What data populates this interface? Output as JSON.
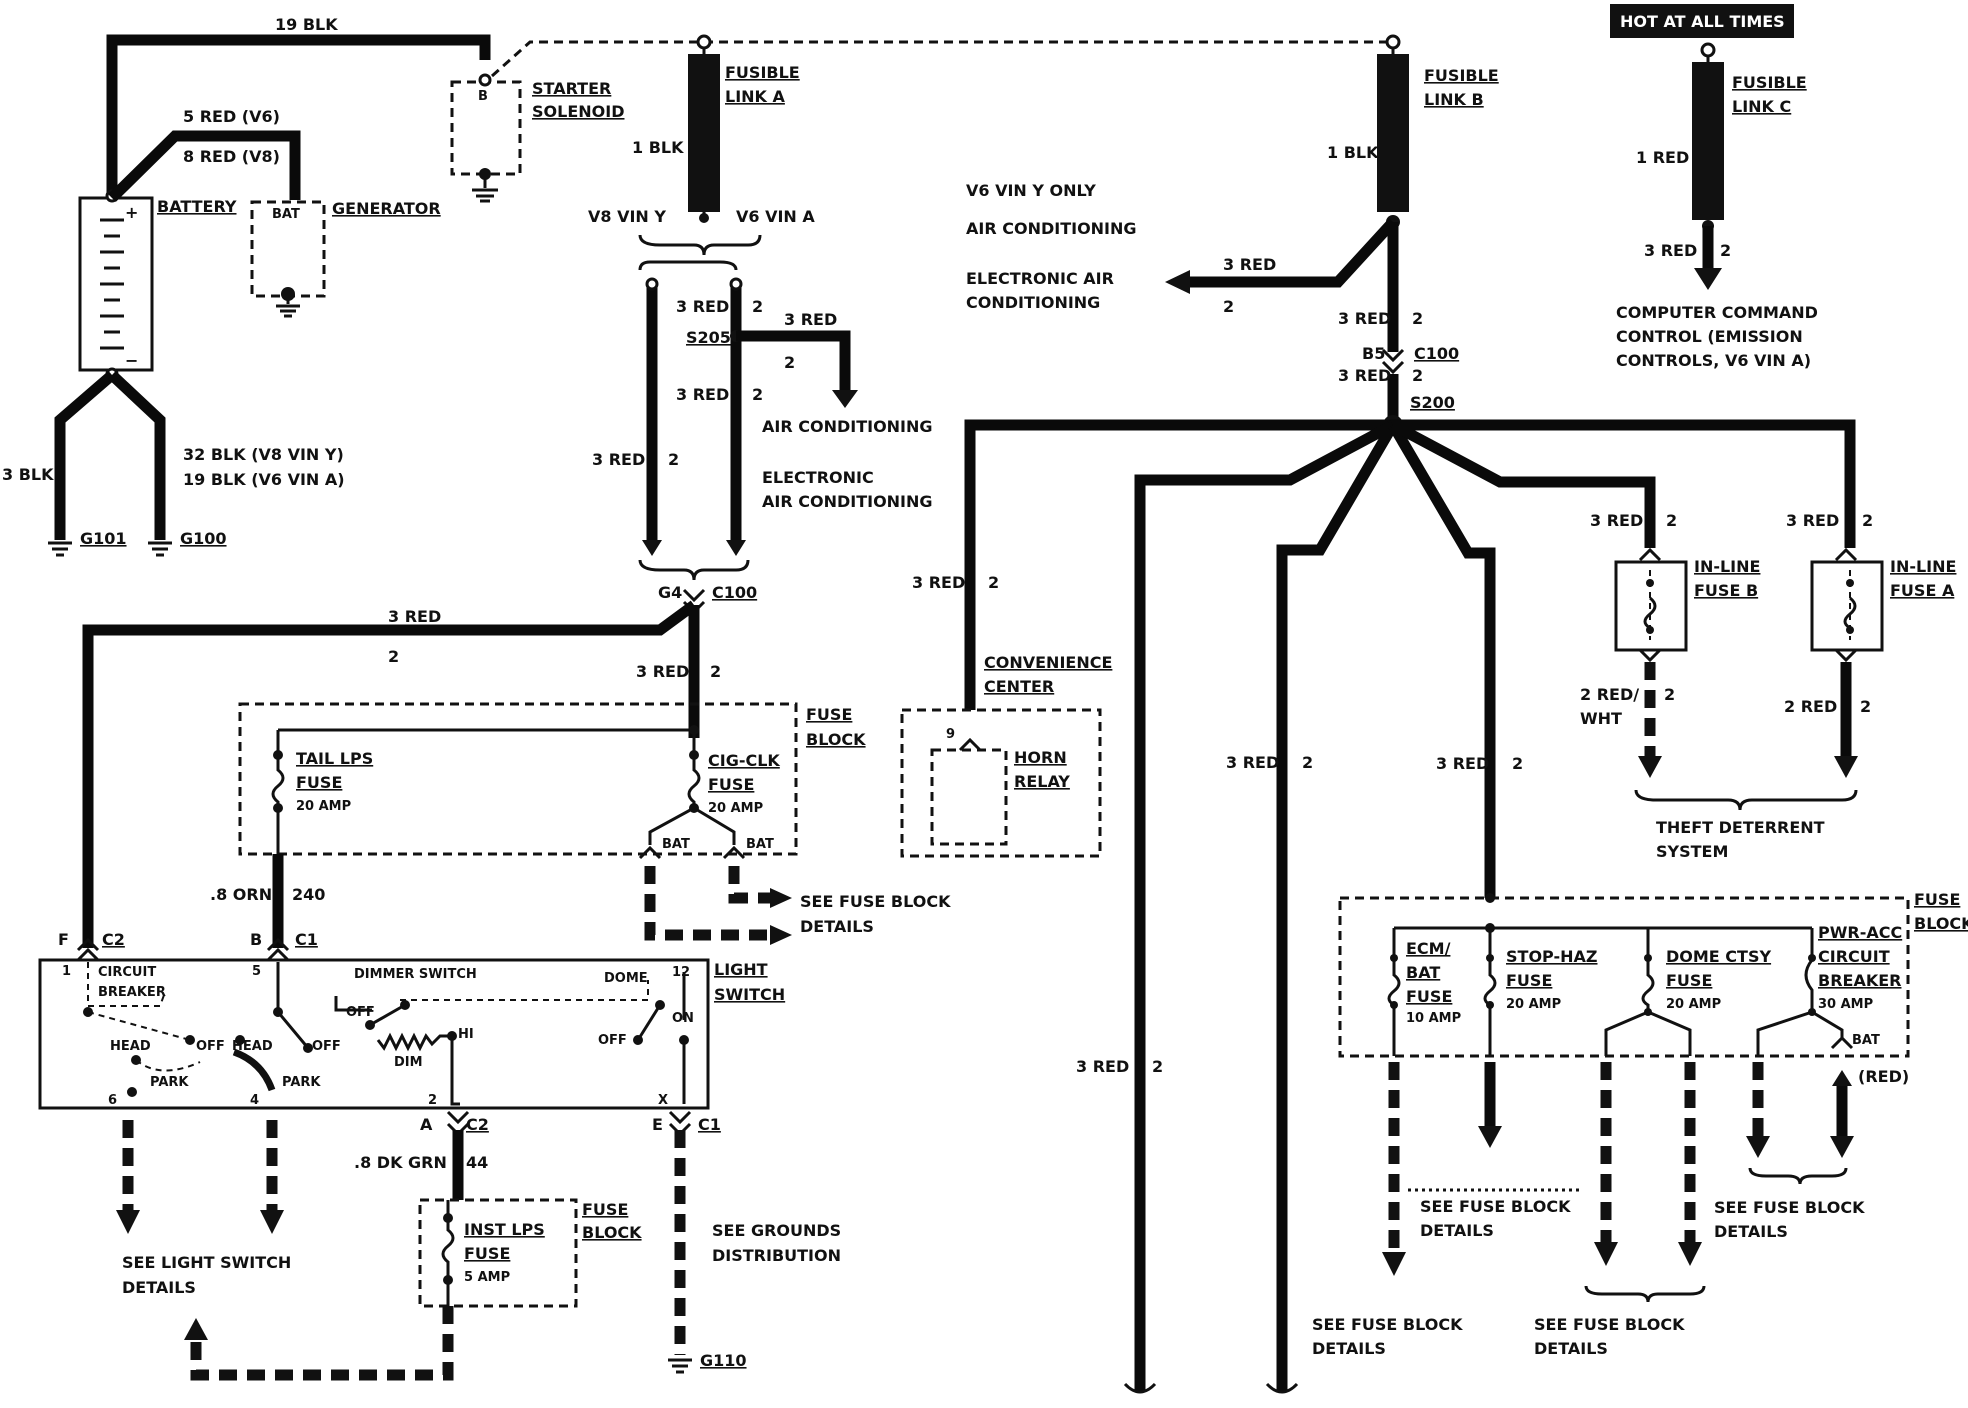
{
  "labels": {
    "wire_19blk_top": "19 BLK",
    "starter_solenoid_1": "STARTER",
    "starter_solenoid_2": "SOLENOID",
    "starter_b": "B",
    "battery": "BATTERY",
    "generator": "GENERATOR",
    "gen_bat": "BAT",
    "wire_5red": "5 RED (V6)",
    "wire_8red": "8 RED (V8)",
    "wire_3blk": "3 BLK",
    "wire_32blk": "32 BLK (V8 VIN Y)",
    "wire_19blk_a": "19 BLK (V6 VIN A)",
    "g101": "G101",
    "g100": "G100",
    "fusible_a_1": "FUSIBLE",
    "fusible_a_2": "LINK A",
    "fla_1blk": "1 BLK",
    "v8viny": "V8 VIN Y",
    "v6vina": "V6 VIN A",
    "s205_3red_a": "3 RED",
    "s205_2_a": "2",
    "s205": "S205",
    "s205_3red_out": "3 RED",
    "s205_2_out": "2",
    "s205_3red_b": "3 RED",
    "s205_2_b": "2",
    "left_3red": "3 RED",
    "left_2": "2",
    "ac": "AIR CONDITIONING",
    "eac_1": "ELECTRONIC",
    "eac_2": "AIR CONDITIONING",
    "g4": "G4",
    "c100_left": "C100",
    "long_3red": "3 RED",
    "long_2": "2",
    "fb_3red": "3 RED",
    "fb_2": "2",
    "fuse_block": "FUSE",
    "fuse_block_2": "BLOCK",
    "tail_1": "TAIL LPS",
    "tail_2": "FUSE",
    "tail_3": "20 AMP",
    "cig_1": "CIG-CLK",
    "cig_2": "FUSE",
    "cig_3": "20 AMP",
    "bat1": "BAT",
    "bat2": "BAT",
    "see_fuse_1": "SEE FUSE BLOCK",
    "see_fuse_2": "DETAILS",
    "orn": ".8 ORN",
    "orn_240": "240",
    "c2_f": "F",
    "c2": "C2",
    "c1_b": "B",
    "c1": "C1",
    "ls_1": "LIGHT",
    "ls_2": "SWITCH",
    "cb_1": "CIRCUIT",
    "cb_2": "BREAKER",
    "dimmer": "DIMMER SWITCH",
    "dome": "DOME",
    "pin1": "1",
    "pin5": "5",
    "pin12": "12",
    "head1": "HEAD",
    "off1": "OFF",
    "head2": "HEAD",
    "off2": "OFF",
    "park1": "PARK",
    "park2": "PARK",
    "off3": "OFF",
    "hi": "HI",
    "dim": "DIM",
    "off4": "OFF",
    "on": "ON",
    "pin6": "6",
    "pin4": "4",
    "pin2": "2",
    "pinx": "X",
    "c2a": "A",
    "c2b": "C2",
    "c1e": "E",
    "c1b": "C1",
    "dkgrn": ".8 DK GRN",
    "dkgrn_44": "44",
    "inst_1": "INST LPS",
    "inst_2": "FUSE",
    "inst_3": "5 AMP",
    "fb2_1": "FUSE",
    "fb2_2": "BLOCK",
    "see_ls_1": "SEE LIGHT SWITCH",
    "see_ls_2": "DETAILS",
    "gnd_1": "SEE GROUNDS",
    "gnd_2": "DISTRIBUTION",
    "g110": "G110",
    "v6_only": "V6 VIN Y ONLY",
    "ac2": "AIR CONDITIONING",
    "eac2_1": "ELECTRONIC AIR",
    "eac2_2": "CONDITIONING",
    "b_3red": "3 RED",
    "b_2": "2",
    "fusible_b_1": "FUSIBLE",
    "fusible_b_2": "LINK B",
    "flb_1blk": "1 BLK",
    "flb_3red": "3 RED",
    "flb_2": "2",
    "b5": "B5",
    "c100_right": "C100",
    "flb_3red_b": "3 RED",
    "flb_2_b": "2",
    "s200": "S200",
    "hot": "HOT AT ALL TIMES",
    "fusible_c_1": "FUSIBLE",
    "fusible_c_2": "LINK C",
    "flc_1red": "1 RED",
    "flc_3red": "3 RED",
    "flc_2": "2",
    "ccc_1": "COMPUTER COMMAND",
    "ccc_2": "CONTROL (EMISSION",
    "ccc_3": "CONTROLS, V6 VIN A)",
    "horn_3red": "3 RED",
    "horn_2": "2",
    "conv_1": "CONVENIENCE",
    "conv_2": "CENTER",
    "horn_9": "9",
    "horn_1": "HORN",
    "horn_2l": "RELAY",
    "ilb_3red": "3 RED",
    "ilb_2": "2",
    "ilb_1": "IN-LINE",
    "ilb_2l": "FUSE B",
    "ila_3red": "3 RED",
    "ila_2": "2",
    "ila_1": "IN-LINE",
    "ila_2l": "FUSE A",
    "ilb_out_1": "2 RED/",
    "ilb_out_2": "WHT",
    "ilb_out_n": "2",
    "ila_out": "2 RED",
    "ila_out_n": "2",
    "theft_1": "THEFT DETERRENT",
    "theft_2": "SYSTEM",
    "m1_3red": "3 RED",
    "m1_2": "2",
    "m2_3red": "3 RED",
    "m2_2": "2",
    "m3_3red": "3 RED",
    "m3_2": "2",
    "rfb_1": "FUSE",
    "rfb_2": "BLOCK",
    "ecm_1": "ECM/",
    "ecm_2": "BAT",
    "ecm_3": "FUSE",
    "ecm_4": "10 AMP",
    "stop_1": "STOP-HAZ",
    "stop_2": "FUSE",
    "stop_3": "20 AMP",
    "domef_1": "DOME CTSY",
    "domef_2": "FUSE",
    "domef_3": "20 AMP",
    "pwr_1": "PWR-ACC",
    "pwr_2": "CIRCUIT",
    "pwr_3": "BREAKER",
    "pwr_4": "30 AMP",
    "rbat": "BAT",
    "rred": "(RED)",
    "sfb1_1": "SEE FUSE BLOCK",
    "sfb1_2": "DETAILS",
    "sfb2_1": "SEE FUSE BLOCK",
    "sfb2_2": "DETAILS",
    "sfb3_1": "SEE FUSE BLOCK",
    "sfb3_2": "DETAILS",
    "sfb4_1": "SEE FUSE BLOCK",
    "sfb4_2": "DETAILS"
  }
}
